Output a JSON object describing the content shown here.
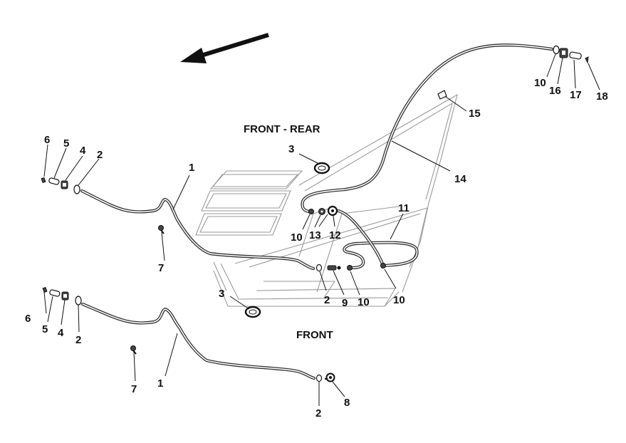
{
  "headers": {
    "front_rear": "FRONT - REAR",
    "front": "FRONT"
  },
  "labels": {
    "upper_6": "6",
    "upper_5": "5",
    "upper_4": "4",
    "upper_2_left": "2",
    "upper_1": "1",
    "upper_7": "7",
    "upper_3_top": "3",
    "upper_3_bottom": "3",
    "upper_10_left": "10",
    "upper_13": "13",
    "upper_12": "12",
    "upper_11": "11",
    "upper_2_mid": "2",
    "upper_9": "9",
    "upper_10_mid": "10",
    "upper_10_right": "10",
    "upper_14": "14",
    "upper_15": "15",
    "upper_10_top": "10",
    "upper_16": "16",
    "upper_17": "17",
    "upper_18": "18",
    "lower_6": "6",
    "lower_5": "5",
    "lower_4": "4",
    "lower_2_left": "2",
    "lower_7": "7",
    "lower_1": "1",
    "lower_2_right": "2",
    "lower_8": "8"
  },
  "colors": {
    "line": "#333333",
    "ghost_panel": "#9a9a9a",
    "background": "#ffffff"
  }
}
